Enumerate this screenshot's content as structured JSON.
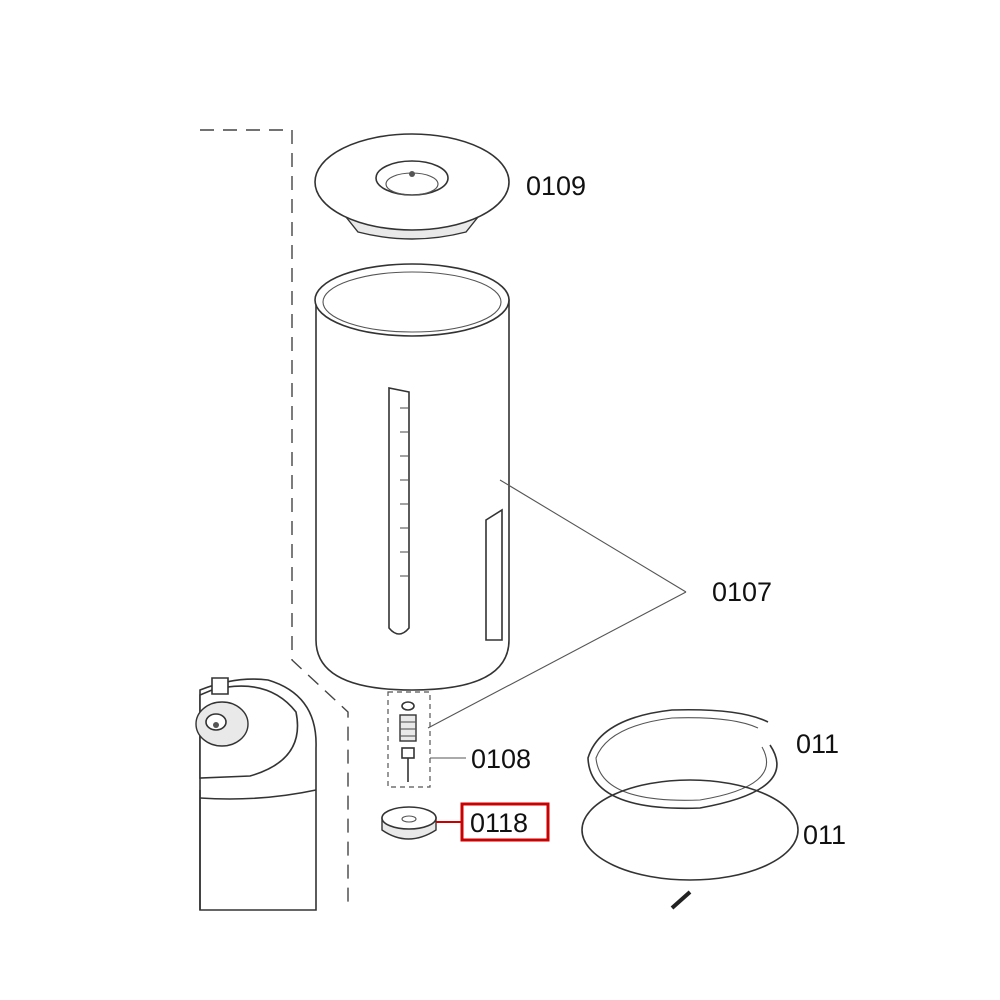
{
  "parts": [
    {
      "id": "lid",
      "number": "0109"
    },
    {
      "id": "tank",
      "number": "0107"
    },
    {
      "id": "valve",
      "number": "0108"
    },
    {
      "id": "seal",
      "number": "0118",
      "highlighted": true
    },
    {
      "id": "ring-top",
      "number": "011"
    },
    {
      "id": "ring-bottom",
      "number": "011"
    }
  ],
  "colors": {
    "highlight": "#cc0000",
    "line": "#333333",
    "background": "#ffffff"
  }
}
